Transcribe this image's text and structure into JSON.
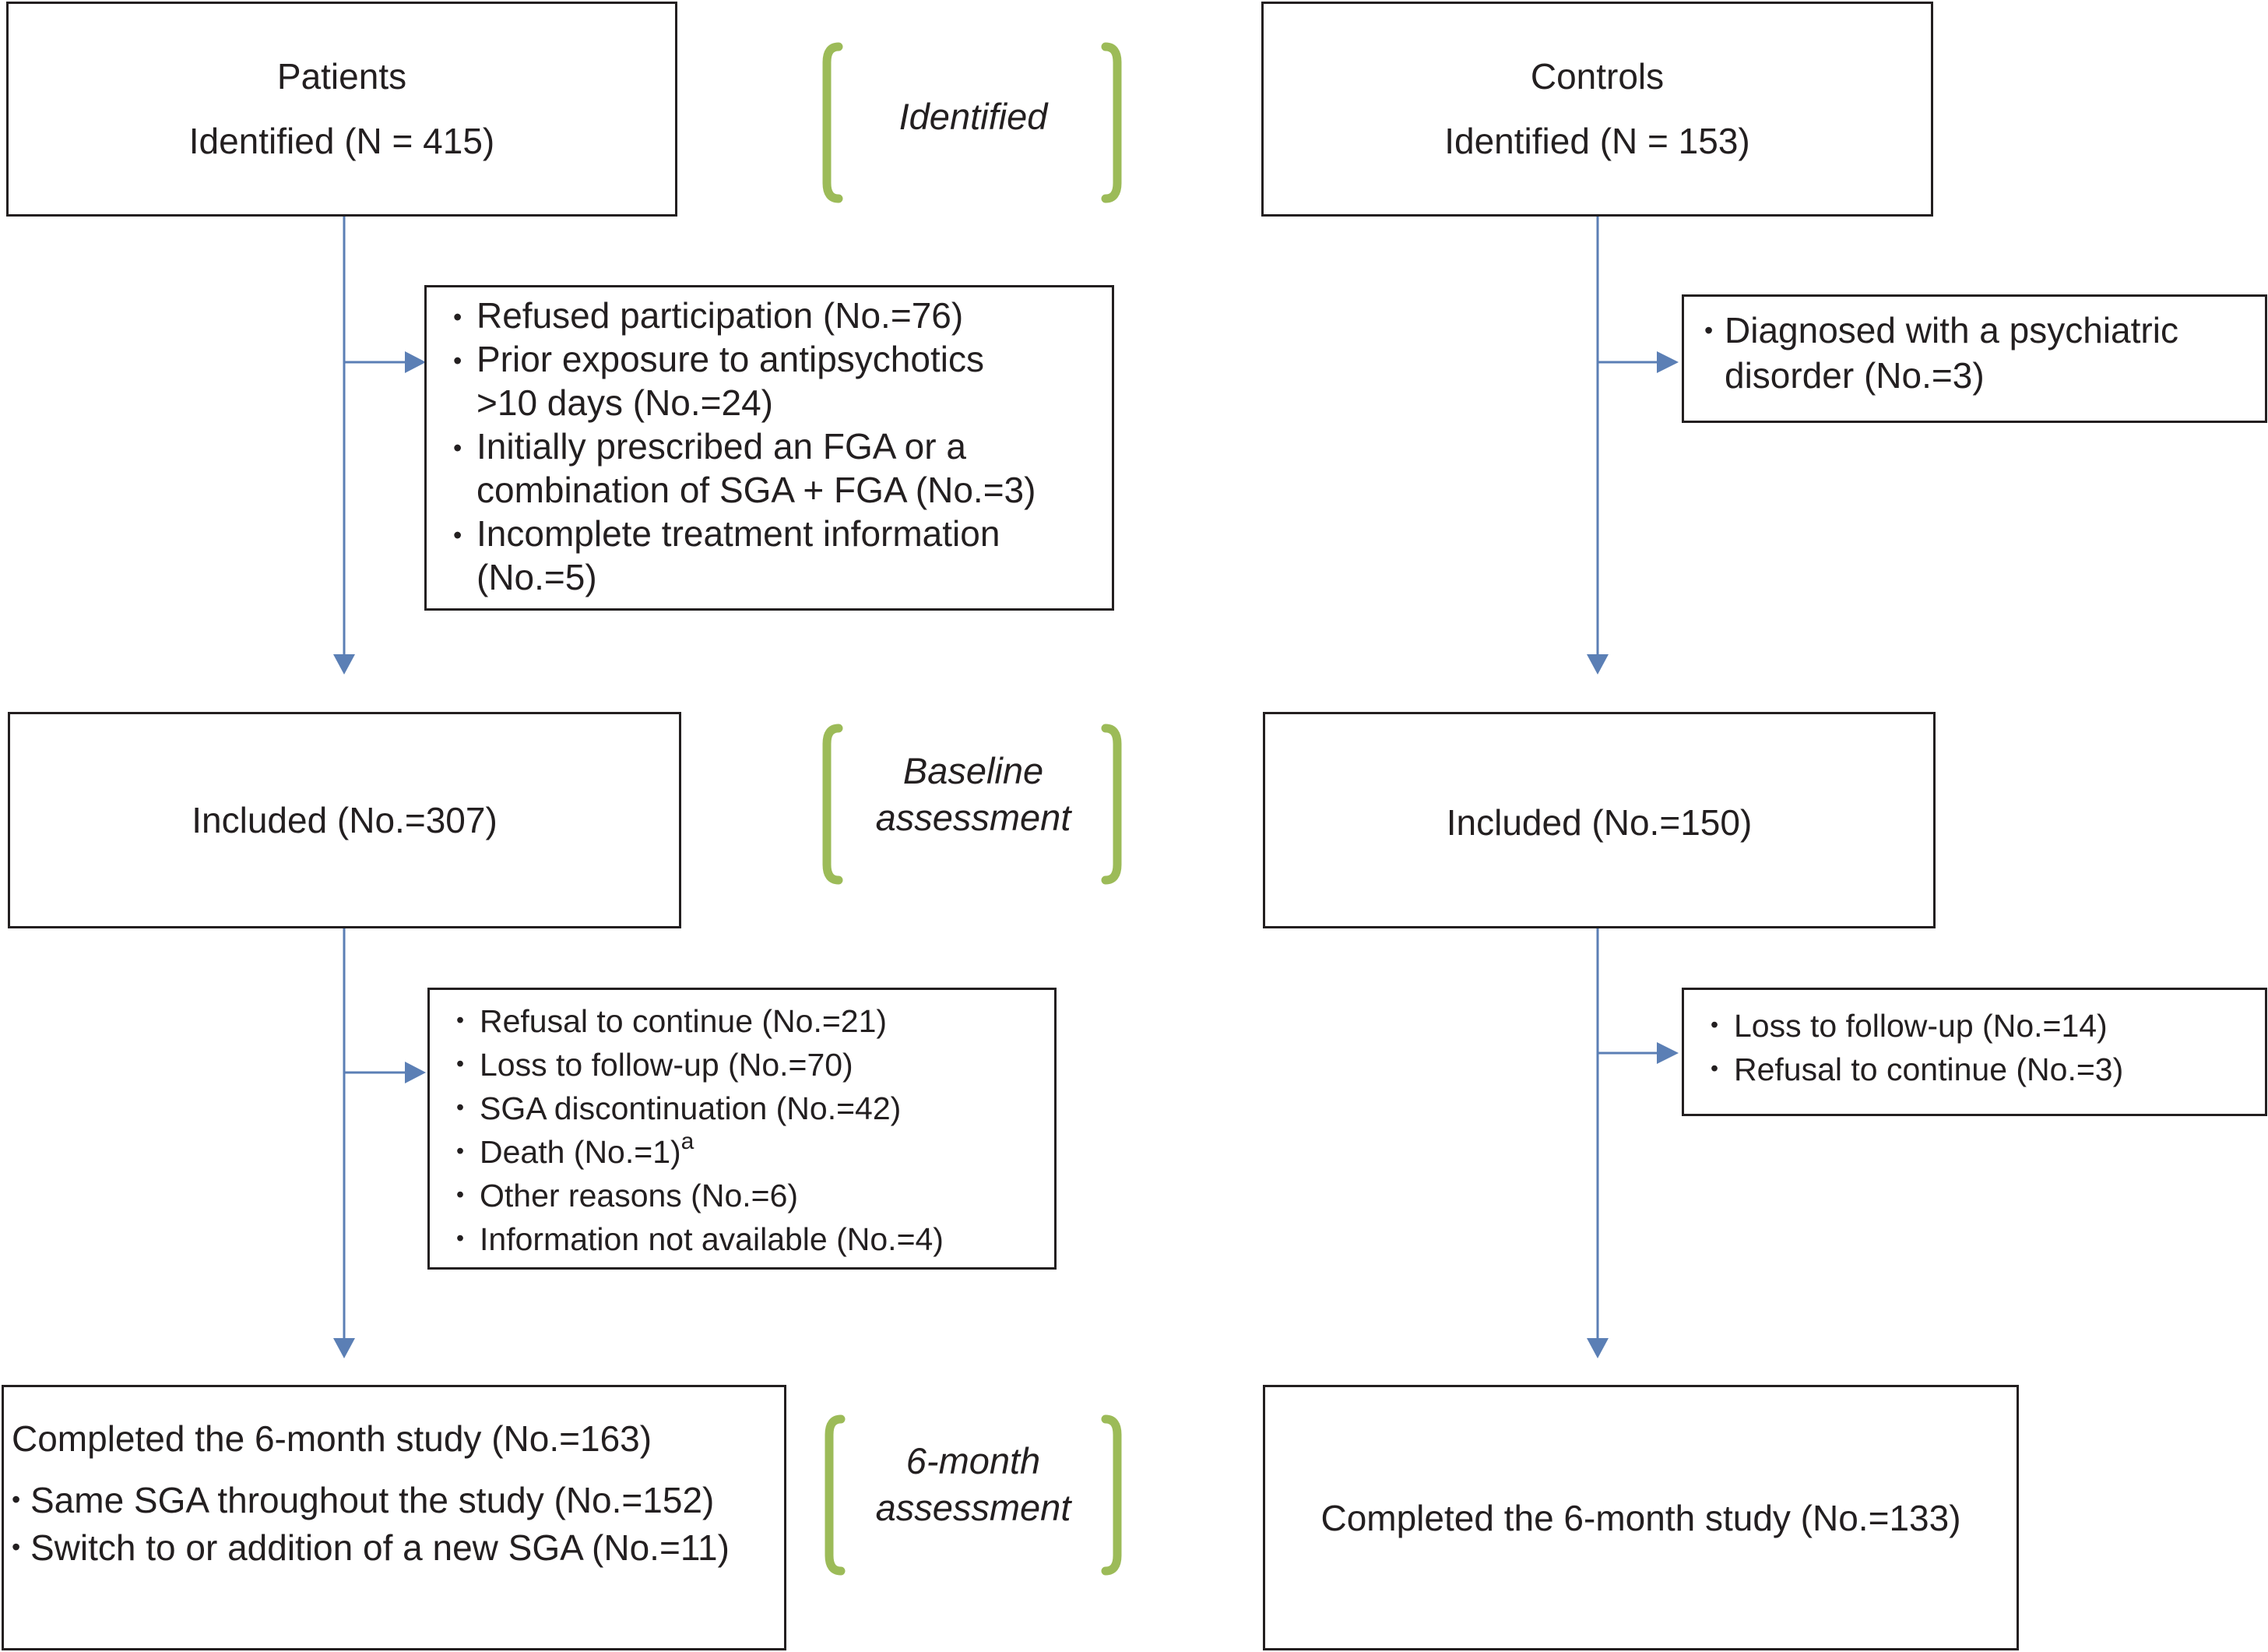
{
  "phases": {
    "identified": "Identified",
    "baseline": [
      "Baseline",
      "assessment"
    ],
    "six_month": [
      "6-month",
      "assessment"
    ]
  },
  "patients": {
    "identified_title": "Patients",
    "identified_count": "Identified (N = 415)",
    "exclusions_1": [
      "Refused participation (No.=76)",
      "Prior exposure to antipsychotics",
      ">10 days  (No.=24)",
      "Initially prescribed an FGA or a",
      "combination of SGA + FGA (No.=3)",
      "Incomplete treatment information",
      "(No.=5)"
    ],
    "included": "Included (No.=307)",
    "exclusions_2": [
      "Refusal to continue (No.=21)",
      "Loss to follow-up (No.=70)",
      "SGA discontinuation (No.=42)",
      "Death (No.=1)",
      "Other reasons (No.=6)",
      "Information not available (No.=4)"
    ],
    "death_footnote": "a",
    "completed": "Completed the 6-month study (No.=163)",
    "completed_details": [
      "Same SGA throughout the study (No.=152)",
      "Switch to or addition of a new SGA (No.=11)"
    ]
  },
  "controls": {
    "identified_title": "Controls",
    "identified_count": "Identified (N = 153)",
    "exclusions_1": [
      "Diagnosed with a psychiatric",
      "disorder (No.=3)"
    ],
    "included": "Included (No.=150)",
    "exclusions_2": [
      "Loss to follow-up (No.=14)",
      "Refusal to continue (No.=3)"
    ],
    "completed": "Completed the 6-month study (No.=133)"
  },
  "colors": {
    "arrow": "#5b7fb5",
    "bracket": "#9cbb58",
    "border": "#231f20"
  }
}
